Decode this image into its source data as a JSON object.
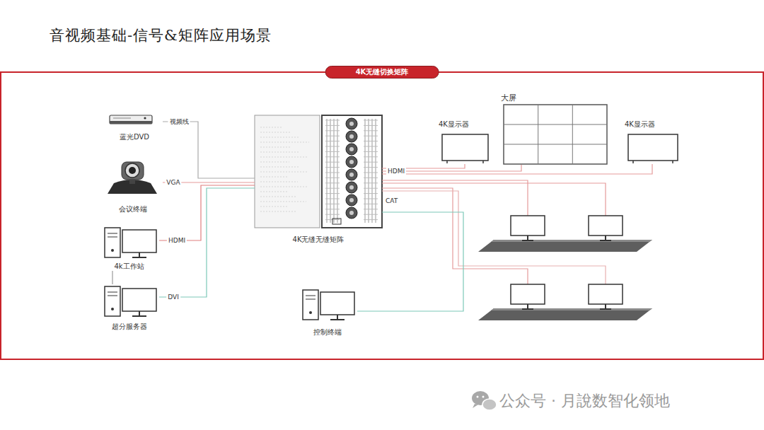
{
  "diagram": {
    "title": "音视频基础-信号&矩阵应用场景",
    "nodes": [
      {
        "text": [
          "4K无缝切换矩阵"
        ]
      },
      {
        "text": [
          "蓝光DVD"
        ],
        "in": 0
      },
      {
        "text": [
          "会议终端"
        ],
        "in": 0
      },
      {
        "text": [
          "4k工作站"
        ],
        "in": 0
      },
      {
        "text": [
          "超分服务器"
        ],
        "in": 0
      },
      {
        "text": [
          "4K无缝无缝矩阵"
        ],
        "in": 0
      },
      {
        "text": [
          "4K显示器"
        ],
        "in": 0
      },
      {
        "text": [
          "大屏"
        ],
        "in": 0
      },
      {
        "text": [
          "4K显示器"
        ],
        "in": 0
      },
      {
        "text": [
          "控制终端"
        ],
        "in": 0
      }
    ],
    "edges": [
      {
        "from": 1,
        "to": 5,
        "label": "视频线",
        "arrow": "none"
      },
      {
        "from": 2,
        "to": 5,
        "label": "VGA",
        "arrow": "none"
      },
      {
        "from": 3,
        "to": 5,
        "label": "HDMI",
        "arrow": "none"
      },
      {
        "from": 4,
        "to": 5,
        "label": "DVI",
        "arrow": "none"
      },
      {
        "from": 3,
        "to": 4,
        "arrow": "none"
      },
      {
        "from": 5,
        "to": 6,
        "label": "HDMI",
        "arrow": "none"
      },
      {
        "from": 5,
        "to": 7,
        "arrow": "none"
      },
      {
        "from": 5,
        "to": 8,
        "arrow": "none"
      },
      {
        "from": 9,
        "to": 5,
        "arrow": "none"
      }
    ],
    "labels": [
      "CAT",
      "公众号 · 月說数智化领地"
    ]
  }
}
